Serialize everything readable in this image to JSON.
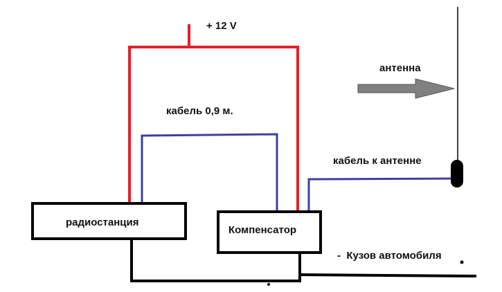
{
  "labels": {
    "power": "+ 12 V",
    "antenna": "антенна",
    "cable_short": "кабель 0,9 м.",
    "cable_antenna": "кабель к антенне",
    "radio": "радиостанция",
    "compensator": "Компенсатор",
    "ground": "-  Кузов автомобиля"
  },
  "colors": {
    "power_wire": "#e3202a",
    "signal_wire": "#3f3f9e",
    "ground_wire": "#000000",
    "arrow": "#808080"
  }
}
